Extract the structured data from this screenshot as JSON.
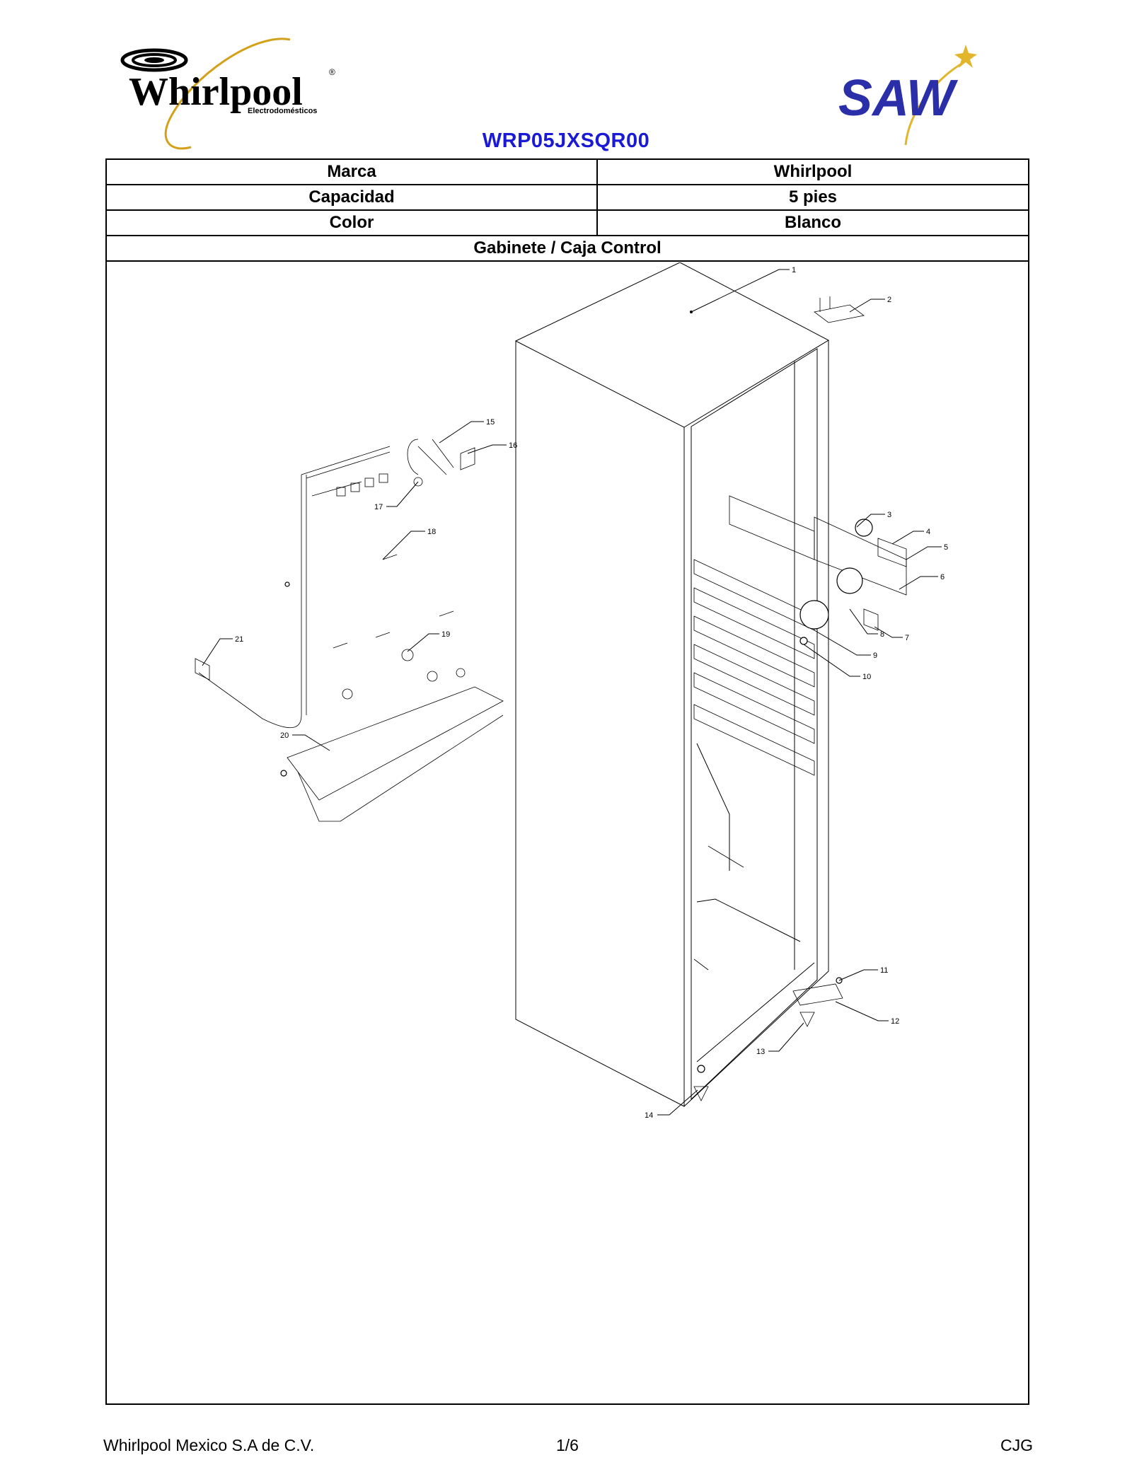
{
  "header": {
    "brand_logo_text": "Whirlpool",
    "brand_logo_sub": "Electrodomésticos",
    "partner_logo_text": "SAW",
    "model": "WRP05JXSQR00"
  },
  "specs": [
    {
      "label": "Marca",
      "value": "Whirlpool"
    },
    {
      "label": "Capacidad",
      "value": "5 pies"
    },
    {
      "label": "Color",
      "value": "Blanco"
    }
  ],
  "section_title": "Gabinete / Caja Control",
  "diagram": {
    "callouts": [
      "1",
      "2",
      "3",
      "4",
      "5",
      "6",
      "7",
      "8",
      "9",
      "10",
      "11",
      "12",
      "13",
      "14",
      "15",
      "16",
      "17",
      "18",
      "19",
      "20",
      "21"
    ]
  },
  "footer": {
    "company": "Whirlpool Mexico S.A de C.V.",
    "page": "1/6",
    "initials": "CJG"
  }
}
